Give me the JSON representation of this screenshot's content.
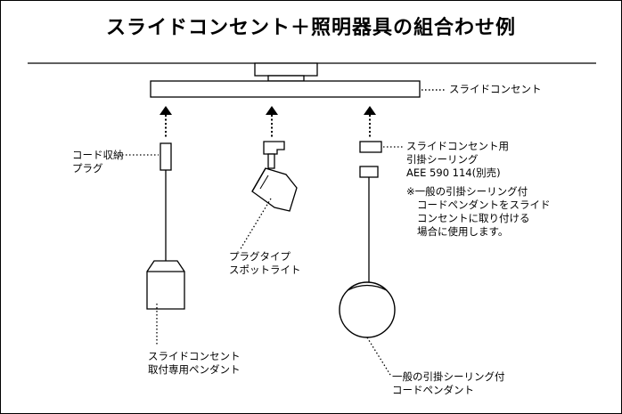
{
  "title": "スライドコンセント＋照明器具の組合わせ例",
  "labels": {
    "rail": "スライドコンセント",
    "cord_plug": [
      "コード収納",
      "プラグ"
    ],
    "spotlight": [
      "プラグタイプ",
      "スポットライト"
    ],
    "slide_pendant": [
      "スライドコンセント",
      "取付専用ペンダント"
    ],
    "ceiling_adapter": [
      "スライドコンセント用",
      "引掛シーリング",
      "AEE 590 114(別売)"
    ],
    "note": [
      "※一般の引掛シーリング付",
      "コードペンダントをスライド",
      "コンセントに取り付ける",
      "場合に使用します。"
    ],
    "globe_pendant": [
      "一般の引掛シーリング付",
      "コードペンダント"
    ]
  }
}
